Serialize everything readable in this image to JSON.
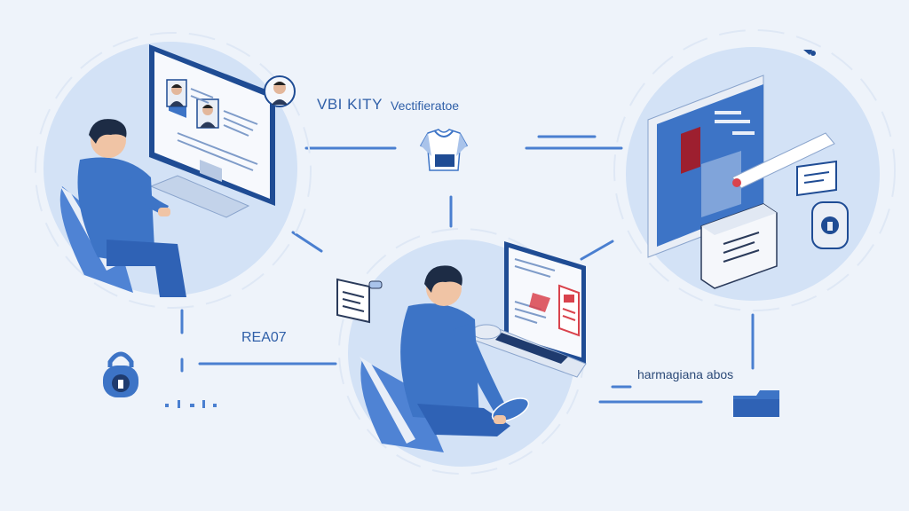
{
  "labels": {
    "title_main": "VBI KITY",
    "title_sub": "Vectifieratoe",
    "read": "REA07",
    "right_caption": "harmagiana abos"
  },
  "colors": {
    "background": "#eef3fa",
    "circle_fill": "#d3e2f6",
    "primary_blue": "#3d74c6",
    "dark_blue": "#1f4c94",
    "accent_red": "#d9434d",
    "line_blue": "#4a7fd0"
  },
  "icons": [
    "lock-icon",
    "shirt-icon",
    "folder-icon",
    "padlock-device-icon",
    "document-icon",
    "id-card-icon"
  ]
}
